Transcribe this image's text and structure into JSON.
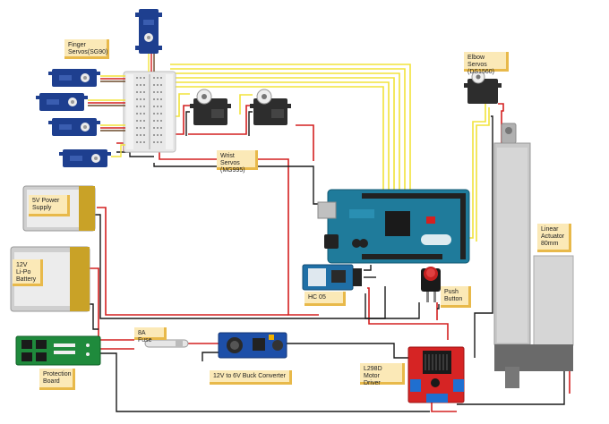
{
  "labels": {
    "finger_servos": "Finger\nServos(SG90)",
    "elbow_servos": "Elbow Servos\n(DS1560)",
    "wrist_servos": "Wrist Servos\n(MG995)",
    "power_supply": "5V Power\nSupply",
    "lipo_battery": "12V\nLi-Po\nBattery",
    "hc05": "HC 05",
    "push_button": "Push\nButton",
    "linear_actuator": "Linear\nActuator\n80mm",
    "fuse": "8A Fuse",
    "buck_converter": "12V to 6V Buck Converter",
    "protection_board": "Protection\nBoard",
    "motor_driver": "L298D Motor\nDriver"
  },
  "colors": {
    "wire_yellow": "#f2e33a",
    "wire_red": "#d42020",
    "wire_black": "#1a1a1a",
    "arduino_blue": "#1f7b9b",
    "servo_blue": "#1e3f8f",
    "servo_dark": "#2d2d2d",
    "battery_gold": "#c9a227",
    "driver_red": "#d62424",
    "protection_green": "#1f8a3c",
    "buck_blue": "#1d4fa8",
    "label_bg": "#fbe9b7",
    "label_edge": "#e8b94a"
  }
}
